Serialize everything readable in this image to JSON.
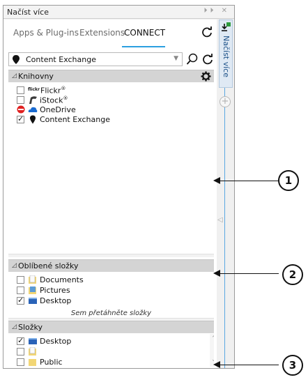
{
  "window": {
    "title": "Načíst více",
    "controls": "⏵⏵ ✕"
  },
  "tabs": [
    {
      "label": "Apps & Plug-ins"
    },
    {
      "label": "Extensions"
    },
    {
      "label": "CONNECT"
    }
  ],
  "toolbar": {
    "source_value": "Content Exchange"
  },
  "libraries": {
    "header": "Knihovny",
    "items": [
      {
        "label": "Flickr",
        "sup": "®",
        "checked": false,
        "icon": "flickr-logo"
      },
      {
        "label": "iStock",
        "sup": "®",
        "checked": false,
        "icon": "istock-logo"
      },
      {
        "label": "OneDrive",
        "checked": false,
        "icon": "onedrive-cloud"
      },
      {
        "label": "Content Exchange",
        "checked": true,
        "icon": "content-exchange-pin"
      }
    ]
  },
  "favorites": {
    "header": "Oblíbené složky",
    "items": [
      {
        "label": "Documents",
        "checked": false
      },
      {
        "label": "Pictures",
        "checked": false
      },
      {
        "label": "Desktop",
        "checked": true
      }
    ],
    "drop_hint": "Sem přetáhněte složky"
  },
  "folders": {
    "header": "Složky",
    "items": [
      {
        "label": "Desktop",
        "checked": true
      },
      {
        "label": "",
        "checked": false
      },
      {
        "label": "Public",
        "checked": false
      }
    ]
  },
  "side_tab": {
    "label": "Načíst více"
  },
  "callouts": [
    "1",
    "2",
    "3"
  ],
  "colors": {
    "accent": "#2b9fe0",
    "header_bg": "#d4d4d4",
    "side_tab_text": "#1a4f86"
  }
}
